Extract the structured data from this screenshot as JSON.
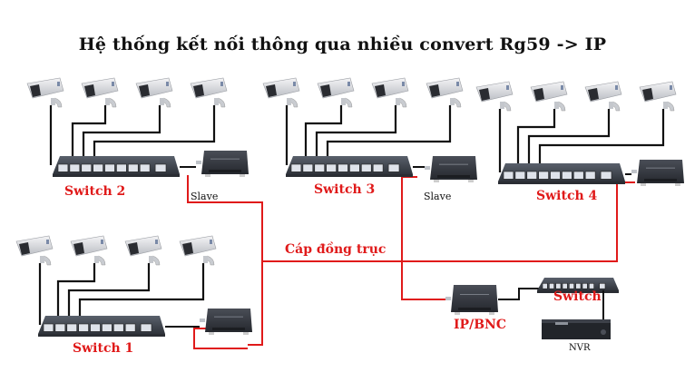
{
  "title": "Hệ thống kết nối thông qua nhiều convert Rg59 -> IP",
  "colors": {
    "coax": "#e01a1a",
    "utp": "#111111",
    "switch_body": "#3d424b",
    "converter_body": "#33363d",
    "label_red": "#e01a1a"
  },
  "cable_label": "Cáp đồng trục",
  "groups": [
    {
      "id": "switch-2",
      "switch_label": "Switch 2",
      "converter_label": "Slave",
      "camera_count": 4
    },
    {
      "id": "switch-3",
      "switch_label": "Switch 3",
      "converter_label": "Slave",
      "camera_count": 4
    },
    {
      "id": "switch-4",
      "switch_label": "Switch 4",
      "converter_label": "",
      "camera_count": 4
    },
    {
      "id": "switch-1",
      "switch_label": "Switch 1",
      "converter_label": "",
      "camera_count": 4
    }
  ],
  "head_end": {
    "converter_label": "IP/BNC",
    "switch_label": "Switch",
    "recorder_label": "NVR"
  }
}
